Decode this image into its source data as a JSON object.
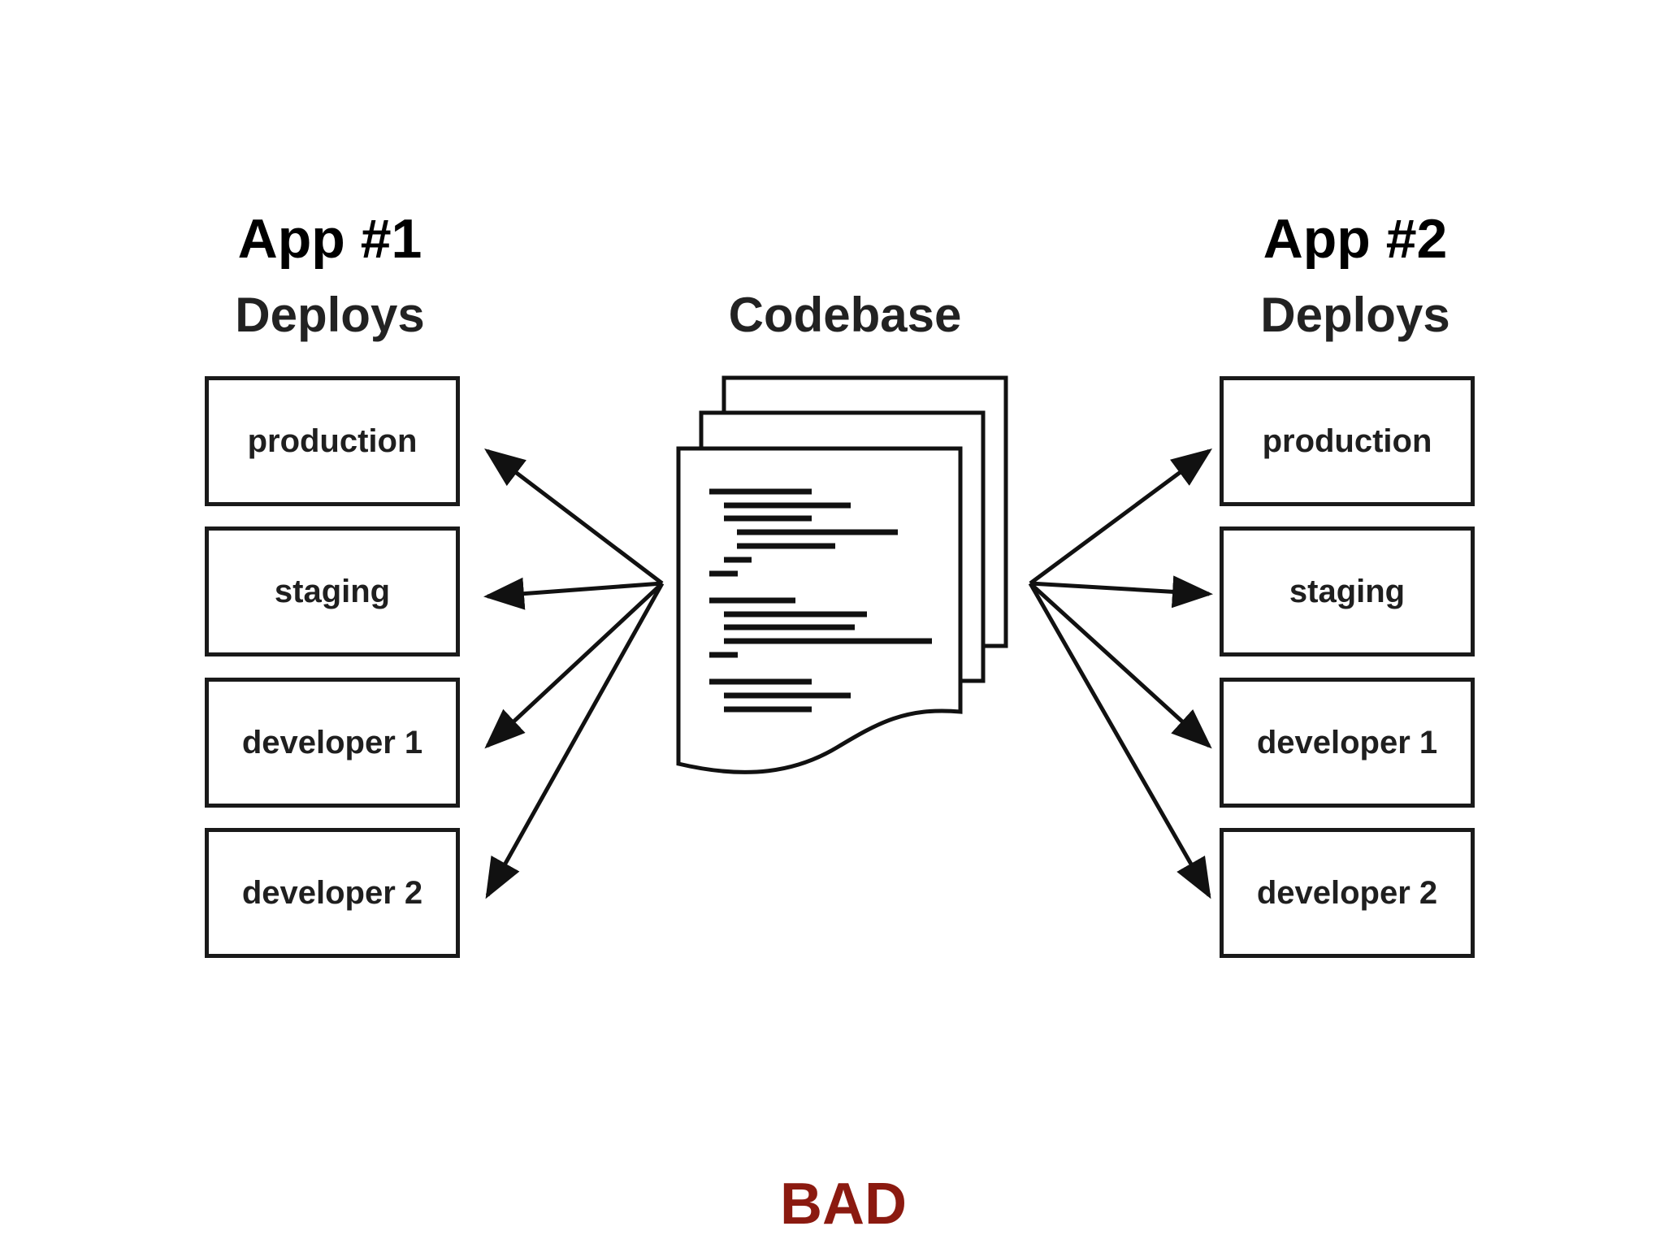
{
  "left_app": {
    "title": "App #1",
    "subtitle": "Deploys",
    "deploys": [
      "production",
      "staging",
      "developer 1",
      "developer 2"
    ]
  },
  "right_app": {
    "title": "App #2",
    "subtitle": "Deploys",
    "deploys": [
      "production",
      "staging",
      "developer 1",
      "developer 2"
    ]
  },
  "codebase": {
    "title": "Codebase",
    "icon": "stacked-documents-icon"
  },
  "verdict": {
    "label": "BAD",
    "color": "#8b1a10"
  }
}
